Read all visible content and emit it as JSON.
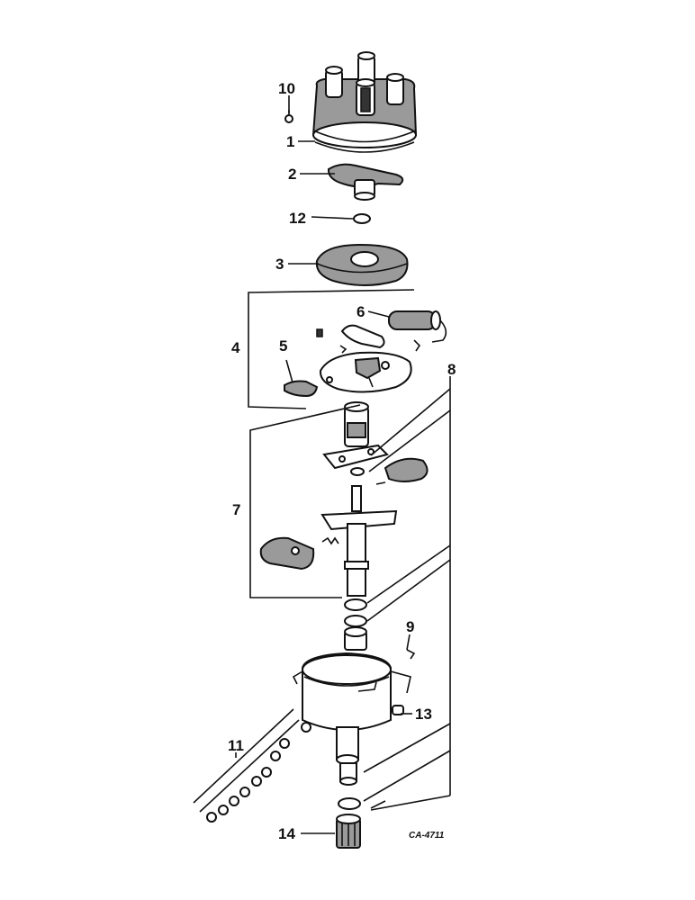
{
  "diagram": {
    "callouts": [
      "1",
      "2",
      "3",
      "4",
      "5",
      "6",
      "7",
      "8",
      "9",
      "10",
      "11",
      "12",
      "13",
      "14"
    ],
    "drawing_code": "CA-4711"
  }
}
